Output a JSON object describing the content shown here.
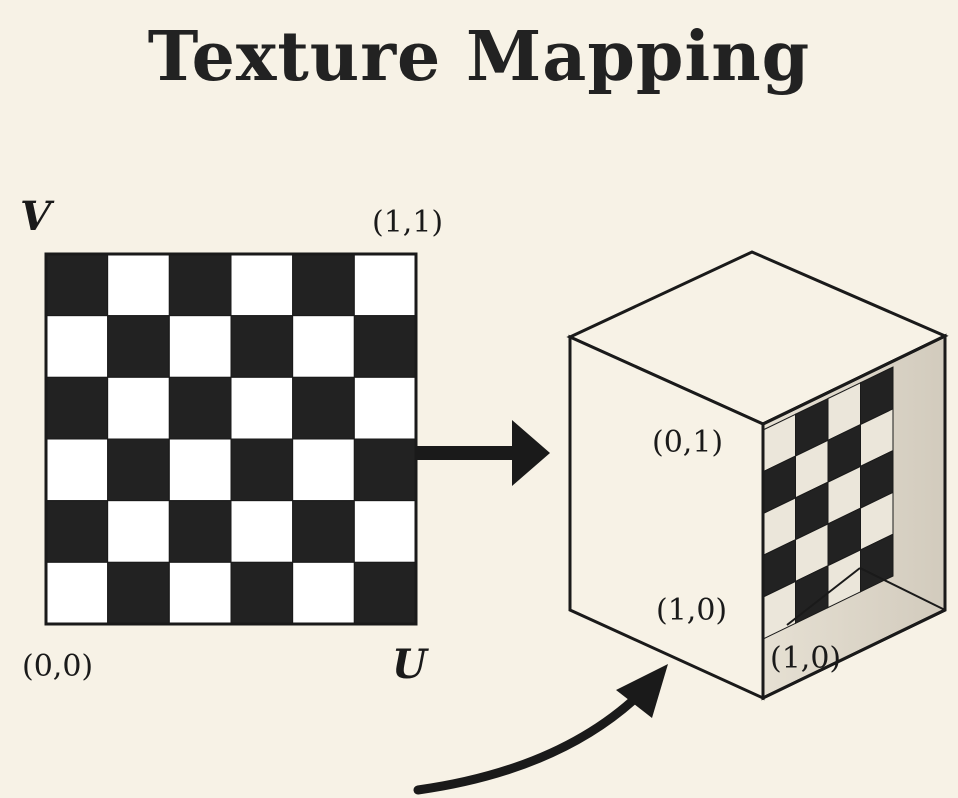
{
  "title": "Texture Mapping",
  "texture": {
    "v_axis_label": "V",
    "u_axis_label": "U",
    "top_right_coord": "(1,1)",
    "bottom_left_coord": "(0,0)",
    "grid_rows": 6,
    "grid_cols": 6
  },
  "cube": {
    "upper_coord": "(0,1)",
    "lower_coord": "(1,0)",
    "inner_corner_coord": "(1,0)"
  },
  "colors": {
    "background": "#f7f2e6",
    "ink": "#1a1a1a",
    "light_square": "#ffffff",
    "dark_square": "#222222"
  }
}
